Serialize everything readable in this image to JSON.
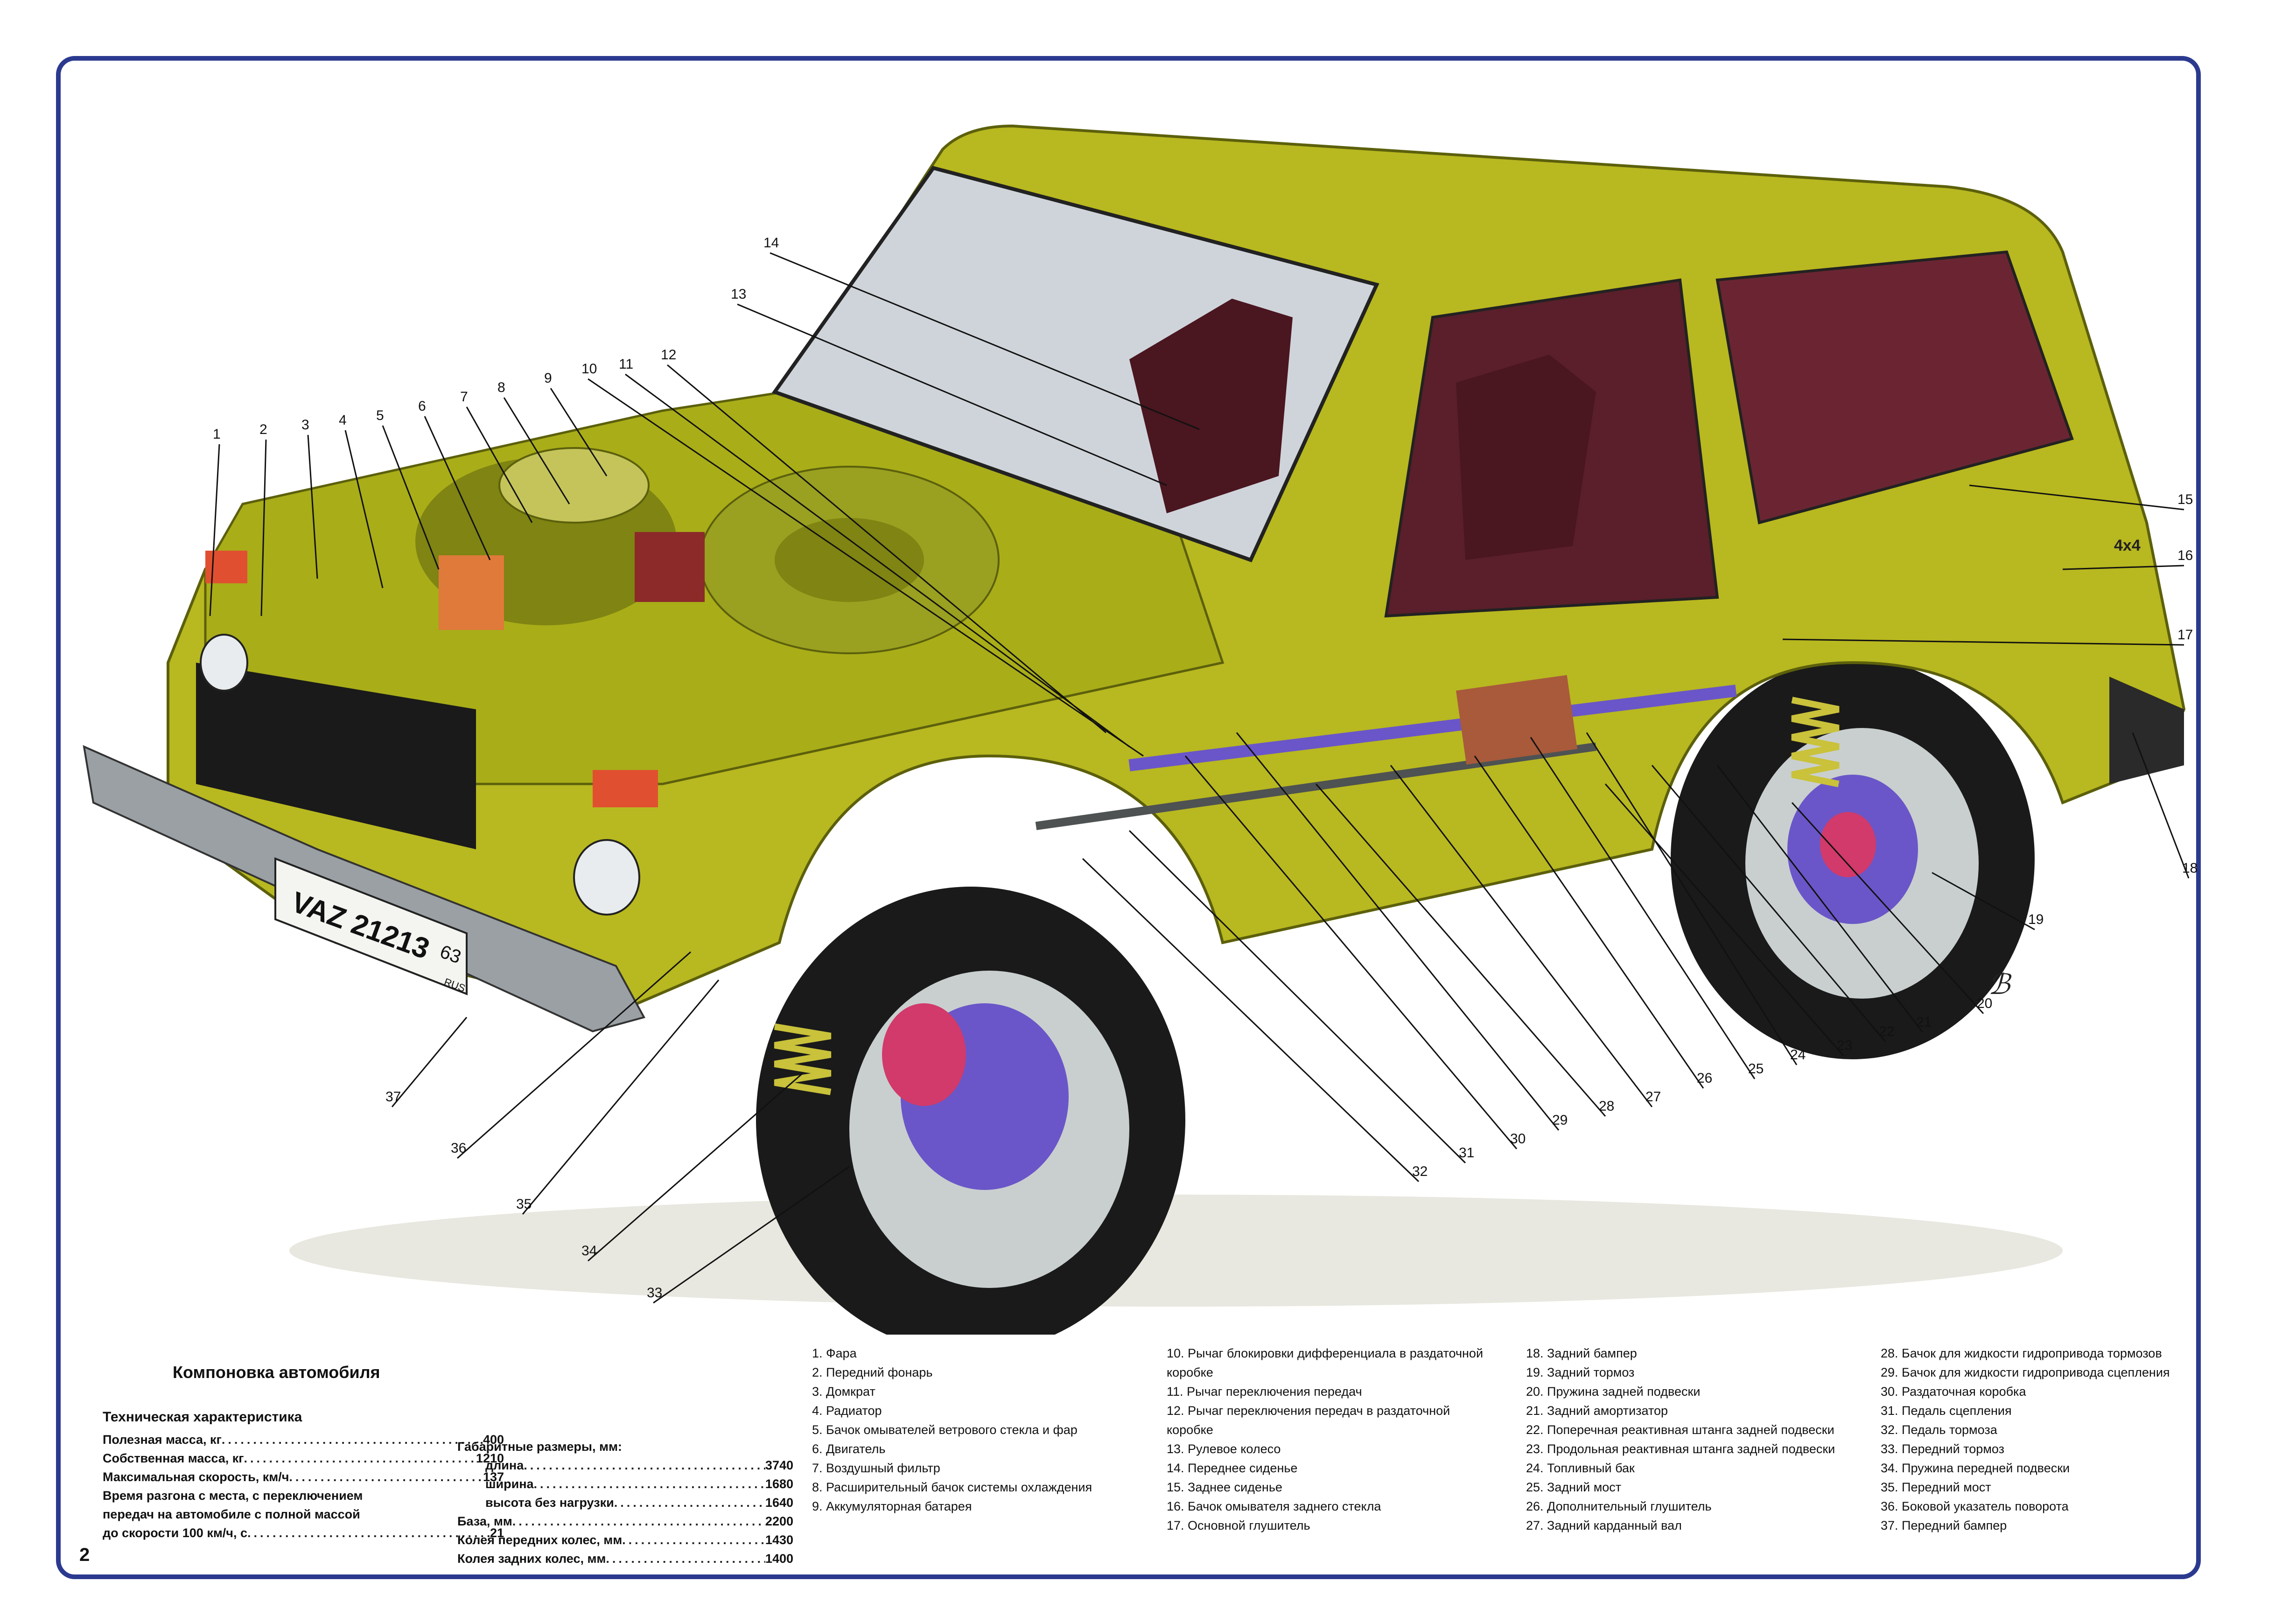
{
  "page_number": "2",
  "title": "Компоновка автомобиля",
  "spec_heading": "Техническая характеристика",
  "specs": [
    {
      "label": "Полезная масса, кг",
      "value": "400"
    },
    {
      "label": "Собственная масса, кг",
      "value": "1210"
    },
    {
      "label": "Максимальная скорость, км/ч",
      "value": "137"
    }
  ],
  "accel": {
    "line1": "Время разгона с места, с переключением",
    "line2": "передач на автомобиле с полной массой",
    "line3": "до скорости 100 км/ч, с",
    "value": "21"
  },
  "dims_heading": "Габаритные размеры, мм:",
  "dims": [
    {
      "label": "длина",
      "value": "3740"
    },
    {
      "label": "ширина",
      "value": "1680"
    },
    {
      "label": "высота без нагрузки",
      "value": "1640"
    }
  ],
  "base_specs": [
    {
      "label": "База, мм",
      "value": "2200"
    },
    {
      "label": "Колея передних колес, мм",
      "value": "1430"
    },
    {
      "label": "Колея задних колес, мм",
      "value": "1400"
    }
  ],
  "plate": {
    "text": "VAZ 21213",
    "region": "63",
    "country": "RUS"
  },
  "badge": "4x4",
  "legend": [
    [
      "1. Фара",
      "2. Передний фонарь",
      "3. Домкрат",
      "4. Радиатор",
      "5. Бачок омывателей ветрового стекла и фар",
      "6. Двигатель",
      "7. Воздушный фильтр",
      "8. Расширительный бачок системы охлаждения",
      "9. Аккумуляторная батарея"
    ],
    [
      "10. Рычаг блокировки дифференциала в раздаточной",
      "коробке",
      "11. Рычаг переключения передач",
      "12. Рычаг переключения передач в раздаточной",
      "коробке",
      "13. Рулевое колесо",
      "14. Переднее сиденье",
      "15. Заднее сиденье",
      "16. Бачок омывателя заднего стекла",
      "17. Основной глушитель"
    ],
    [
      "18. Задний бампер",
      "19. Задний тормоз",
      "20. Пружина задней подвески",
      "21. Задний амортизатор",
      "22. Поперечная реактивная штанга задней подвески",
      "23. Продольная реактивная штанга задней подвески",
      "24. Топливный бак",
      "25. Задний мост",
      "26. Дополнительный глушитель",
      "27. Задний карданный вал"
    ],
    [
      "28. Бачок для жидкости гидропривода тормозов",
      "29. Бачок для жидкости гидропривода сцепления",
      "30. Раздаточная коробка",
      "31. Педаль сцепления",
      "32. Педаль тормоза",
      "33. Передний тормоз",
      "34. Пружина передней подвески",
      "35. Передний мост",
      "36. Боковой указатель поворота",
      "37. Передний бампер"
    ]
  ],
  "callouts": [
    "1",
    "2",
    "3",
    "4",
    "5",
    "6",
    "7",
    "8",
    "9",
    "10",
    "11",
    "12",
    "13",
    "14",
    "15",
    "16",
    "17",
    "18",
    "19",
    "20",
    "21",
    "22",
    "23",
    "24",
    "25",
    "26",
    "27",
    "28",
    "29",
    "30",
    "31",
    "32",
    "33",
    "34",
    "35",
    "36",
    "37"
  ],
  "colors": {
    "frame": "#2b3a8f",
    "body": "#b8b820",
    "body_dark": "#7f8412",
    "interior": "#5a1f2a",
    "brake": "#d13a6a",
    "suspension": "#6a56c8",
    "tire": "#1a1a1a"
  }
}
